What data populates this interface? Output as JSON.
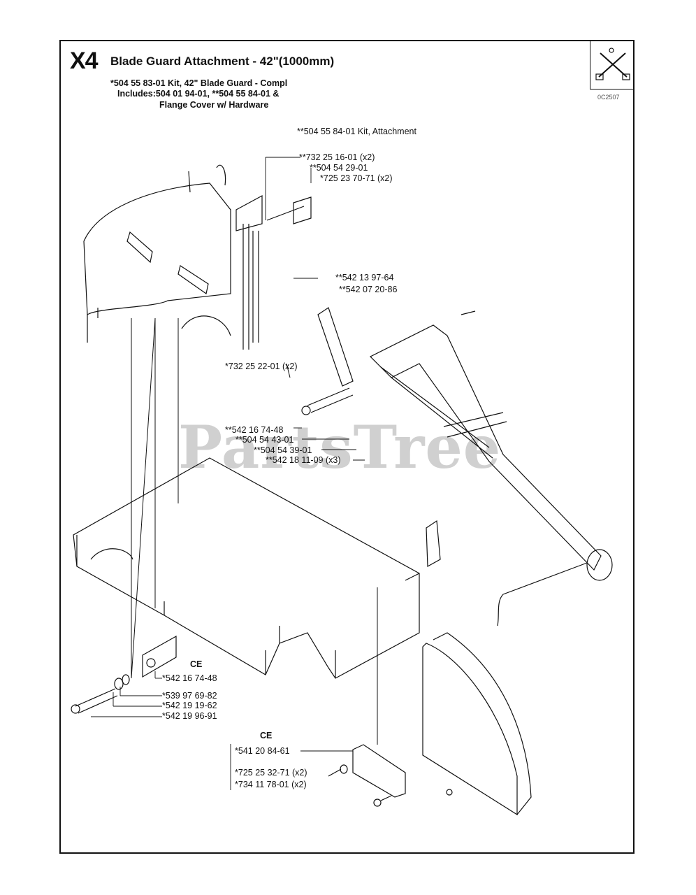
{
  "header": {
    "code": "X4",
    "title": "Blade Guard Attachment - 42\"(1000mm)",
    "kit_lines": [
      "*504 55 83-01 Kit, 42\" Blade Guard - Compl",
      "Includes:504 01 94-01, **504 55 84-01 &",
      "Flange Cover w/ Hardware"
    ],
    "ref_code": "0C2507"
  },
  "watermark": "PartsTree",
  "labels": {
    "kit_attachment": "**504 55 84-01 Kit, Attachment",
    "l1": "**732 25 16-01 (x2)",
    "l2": "**504 54 29-01",
    "l3": "*725 23 70-71 (x2)",
    "l4": "**542 13 97-64",
    "l5": "**542 07 20-86",
    "l6": "*732 25 22-01 (x2)",
    "l7": "**542 16 74-48",
    "l8": "**504 54 43-01",
    "l9": "**504 54 39-01",
    "l10": "**542 18 11-09 (x3)",
    "ce1": "CE",
    "l11": "*542 16 74-48",
    "l12": "*539 97 69-82",
    "l13": "*542 19 19-62",
    "l14": "*542 19 96-91",
    "ce2": "CE",
    "l15": "*541 20 84-61",
    "l16": "*725 25 32-71 (x2)",
    "l17": "*734 11 78-01 (x2)"
  }
}
